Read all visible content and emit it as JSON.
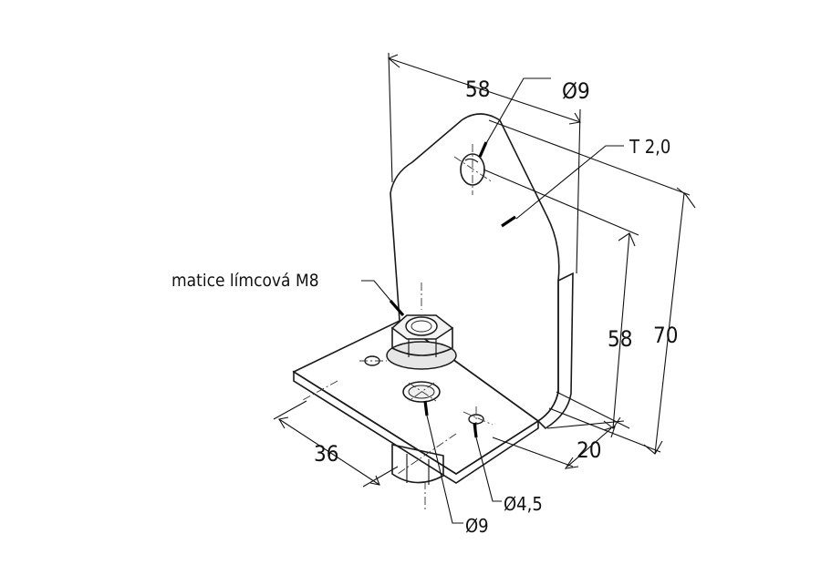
{
  "dimensions": {
    "width_top": "58",
    "hole_top_dia": "Ø9",
    "thickness": "T 2,0",
    "height_hole": "58",
    "height_total": "70",
    "base_length": "36",
    "base_depth": "20",
    "hole_small_dia": "Ø4,5",
    "hole_bottom_dia": "Ø9"
  },
  "labels": {
    "nut": "matice límcová M8"
  },
  "colors": {
    "plate_light": "#f7f7f7",
    "plate_mid": "#ececec",
    "plate_dark": "#d4d4d4",
    "line": "#1a1a1a"
  }
}
